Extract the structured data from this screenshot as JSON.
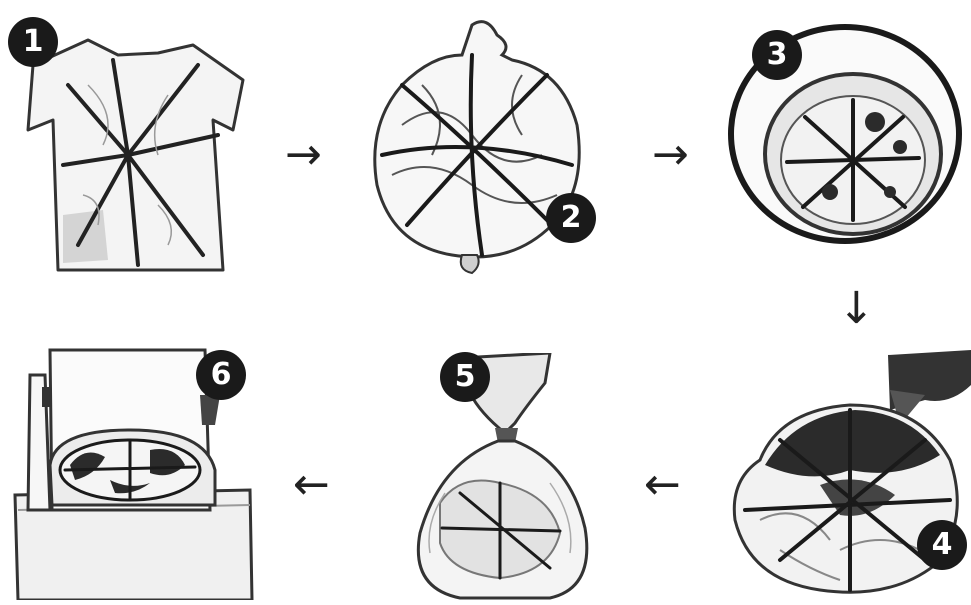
{
  "steps": [
    {
      "number": "1",
      "icon": "shirt-with-rubber-bands-icon"
    },
    {
      "number": "2",
      "icon": "bundled-shirt-icon"
    },
    {
      "number": "3",
      "icon": "bundle-in-bowl-icon"
    },
    {
      "number": "4",
      "icon": "dye-applied-bundle-icon"
    },
    {
      "number": "5",
      "icon": "bundle-in-plastic-bag-icon"
    },
    {
      "number": "6",
      "icon": "washing-machine-icon"
    }
  ],
  "arrows": {
    "right_1": "→",
    "right_2": "→",
    "down": "↓",
    "left_1": "←",
    "left_2": "←"
  },
  "colors": {
    "ink": "#1a1a1a",
    "paper": "#ffffff",
    "light_gray": "#d9d9d9",
    "dye_dark": "#2b2b2b"
  }
}
